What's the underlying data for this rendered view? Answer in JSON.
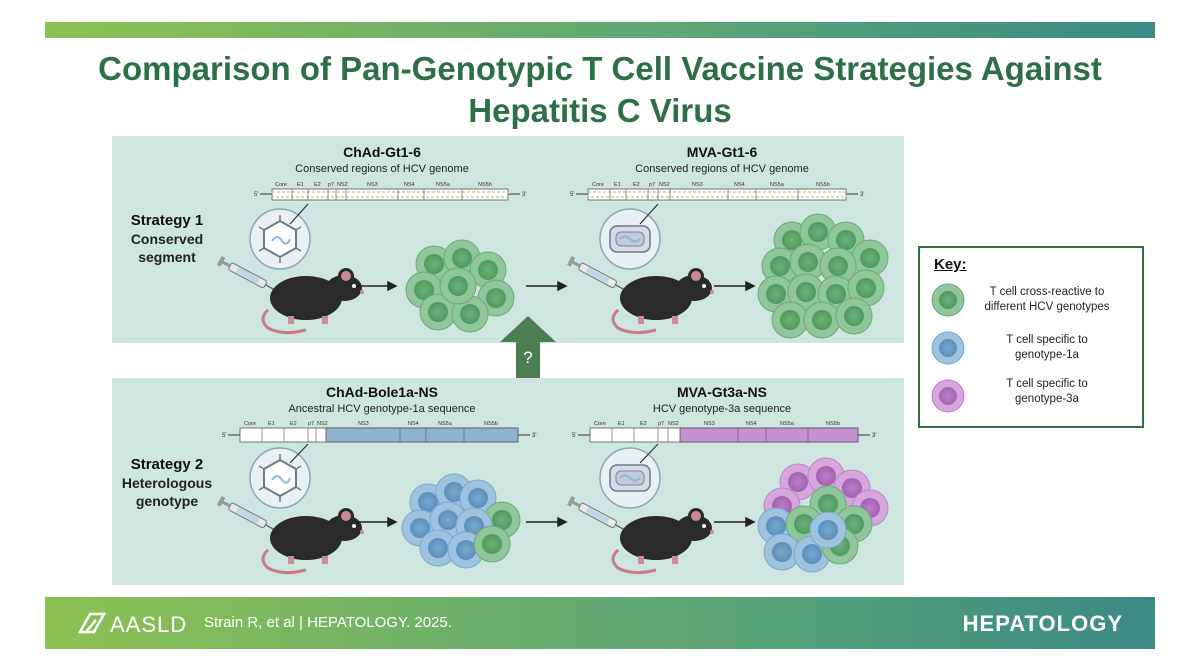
{
  "title_line1": "Comparison of Pan-Genotypic T Cell Vaccine Strategies Against",
  "title_line2": "Hepatitis C Virus",
  "strategy1": {
    "label": "Strategy 1",
    "desc1": "Conserved",
    "desc2": "segment",
    "prime_title": "ChAd-Gt1-6",
    "prime_sub": "Conserved regions of HCV genome",
    "boost_title": "MVA-Gt1-6",
    "boost_sub": "Conserved regions of HCV genome"
  },
  "strategy2": {
    "label": "Strategy 2",
    "desc1": "Heterologous",
    "desc2": "genotype",
    "prime_title": "ChAd-Bole1a-NS",
    "prime_sub": "Ancestral HCV genotype-1a sequence",
    "boost_title": "MVA-Gt3a-NS",
    "boost_sub": "HCV genotype-3a sequence"
  },
  "gene_labels": [
    "Core",
    "E1",
    "E2",
    "p7",
    "NS2",
    "NS3",
    "NS4",
    "NS5a",
    "NS5b"
  ],
  "gene_end5": "5'",
  "gene_end3": "3'",
  "question": "?",
  "key": {
    "title": "Key:",
    "item1_line1": "T cell cross-reactive to",
    "item1_line2": "different HCV genotypes",
    "item2_line1": "T cell specific to",
    "item2_line2": "genotype-1a",
    "item3_line1": "T cell specific to",
    "item3_line2": "genotype-3a"
  },
  "colors": {
    "green_cell": "#8fc79a",
    "blue_cell": "#9ec3e0",
    "purple_cell": "#d7a6df",
    "panel_bg": "#cfe5df",
    "title": "#2e7046",
    "arrow": "#4e7d52"
  },
  "footer": {
    "logo": "AASLD",
    "citation": "Strain R, et al  |  HEPATOLOGY. 2025.",
    "journal": "HEPATOLOGY"
  }
}
